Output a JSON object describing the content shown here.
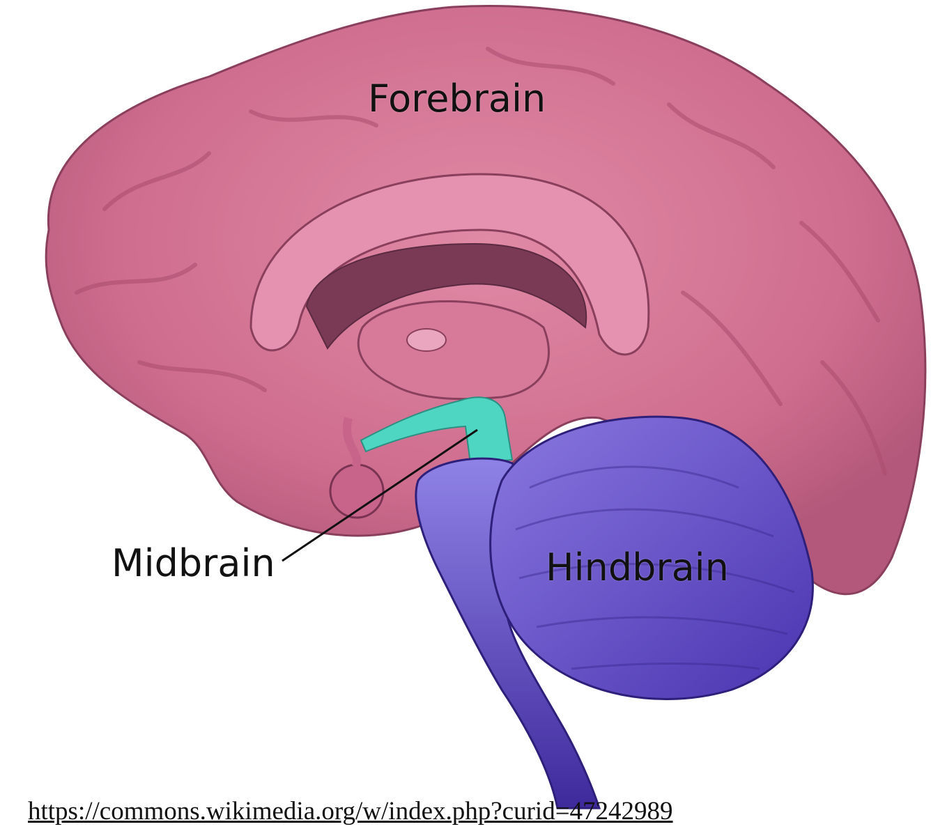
{
  "labels": {
    "forebrain": "Forebrain",
    "midbrain": "Midbrain",
    "hindbrain": "Hindbrain"
  },
  "source": {
    "url": "https://commons.wikimedia.org/w/index.php?curid=47242989"
  },
  "colors": {
    "forebrain": "#d2708f",
    "midbrain": "#4fd6c2",
    "hindbrain": "#6f5ad6",
    "background": "#ffffff"
  }
}
